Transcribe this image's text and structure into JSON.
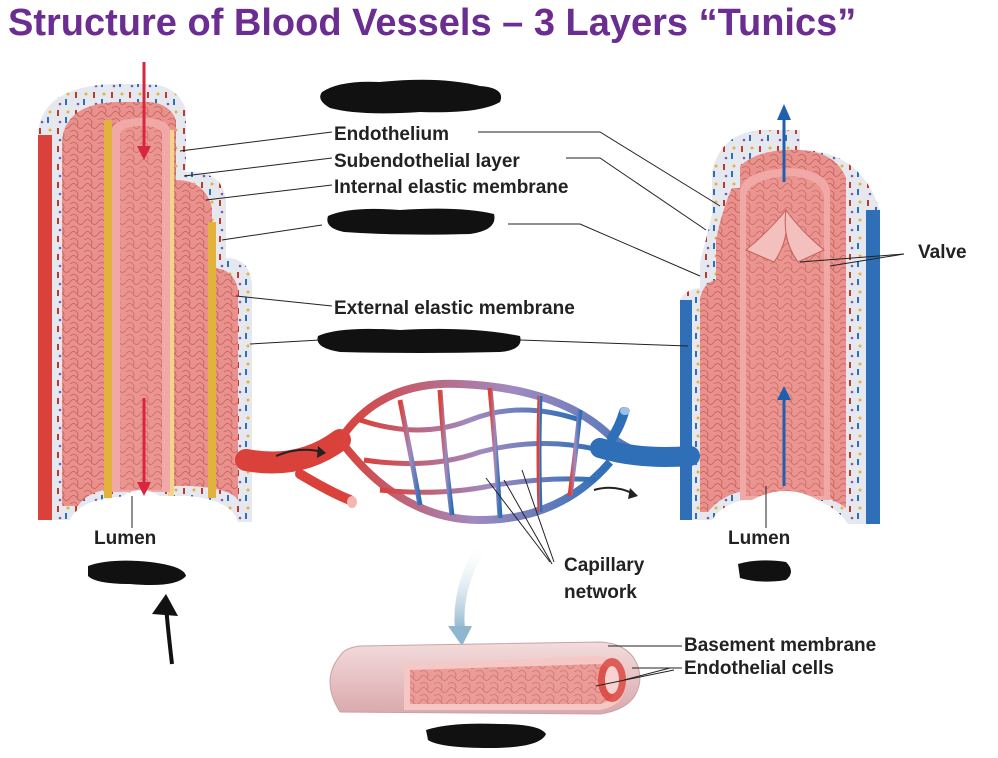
{
  "title": "Structure of Blood Vessels – 3 Layers “Tunics”",
  "colors": {
    "title": "#6b2d91",
    "artery": "#d9413a",
    "vein": "#2e6fb7",
    "tissue": "#e48b87",
    "elastic": "#e3b23c",
    "arrow_red": "#d7263d",
    "arrow_blue": "#1f5fae"
  },
  "labels": {
    "endothelium": "Endothelium",
    "subendothelial": "Subendothelial layer",
    "internal_elastic": "Internal elastic membrane",
    "external_elastic": "External elastic membrane",
    "valve": "Valve",
    "lumen_left": "Lumen",
    "lumen_right": "Lumen",
    "capillary_line1": "Capillary",
    "capillary_line2": "network",
    "basement": "Basement membrane",
    "endothelial_cells": "Endothelial cells"
  }
}
